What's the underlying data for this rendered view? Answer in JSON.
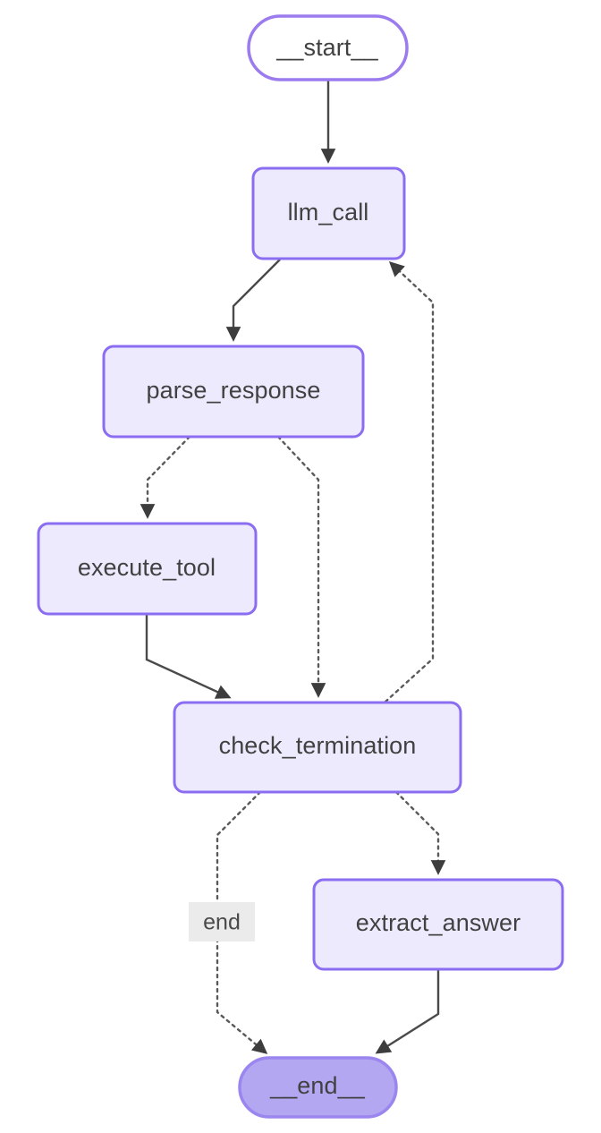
{
  "diagram": {
    "type": "flowchart",
    "orientation": "top-down",
    "title": "",
    "background_color": "#ffffff",
    "node_fill": "#eeeafd",
    "node_border": "#8b6df2",
    "terminal_start_fill": "#ffffff",
    "terminal_end_fill": "#b4a7f2",
    "text_color": "#414141",
    "edge_color": "#4a4a4a",
    "edge_label_bg": "#ebebeb"
  },
  "nodes": [
    {
      "id": "start",
      "label": "__start__",
      "shape": "stadium",
      "style": "terminal-start"
    },
    {
      "id": "llm_call",
      "label": "llm_call",
      "shape": "rounded-rect",
      "style": "process"
    },
    {
      "id": "parse_response",
      "label": "parse_response",
      "shape": "rounded-rect",
      "style": "process"
    },
    {
      "id": "execute_tool",
      "label": "execute_tool",
      "shape": "rounded-rect",
      "style": "process"
    },
    {
      "id": "check_termination",
      "label": "check_termination",
      "shape": "rounded-rect",
      "style": "process"
    },
    {
      "id": "extract_answer",
      "label": "extract_answer",
      "shape": "rounded-rect",
      "style": "process"
    },
    {
      "id": "end",
      "label": "__end__",
      "shape": "stadium",
      "style": "terminal-end"
    }
  ],
  "edges": [
    {
      "from": "start",
      "to": "llm_call",
      "style": "solid",
      "label": ""
    },
    {
      "from": "llm_call",
      "to": "parse_response",
      "style": "solid",
      "label": ""
    },
    {
      "from": "parse_response",
      "to": "execute_tool",
      "style": "dotted",
      "label": ""
    },
    {
      "from": "parse_response",
      "to": "check_termination",
      "style": "dotted",
      "label": ""
    },
    {
      "from": "execute_tool",
      "to": "check_termination",
      "style": "solid",
      "label": ""
    },
    {
      "from": "check_termination",
      "to": "llm_call",
      "style": "dotted",
      "label": ""
    },
    {
      "from": "check_termination",
      "to": "end",
      "style": "dotted",
      "label": "end"
    },
    {
      "from": "check_termination",
      "to": "extract_answer",
      "style": "dotted",
      "label": ""
    },
    {
      "from": "extract_answer",
      "to": "end",
      "style": "solid",
      "label": ""
    }
  ],
  "edge_labels": {
    "check_termination_to_end": "end"
  }
}
